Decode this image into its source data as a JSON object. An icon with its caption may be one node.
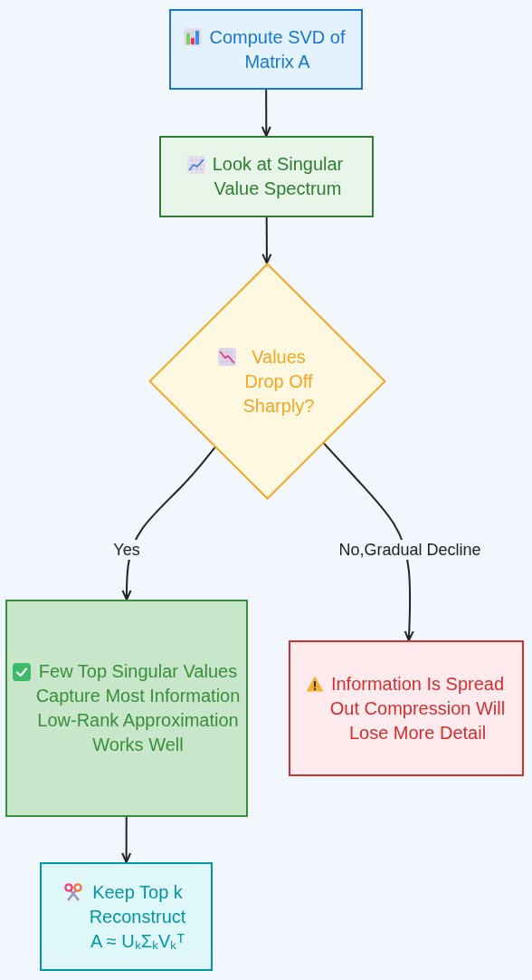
{
  "diagram": {
    "nodes": [
      {
        "text": [
          "Compute SVD of Matrix A"
        ]
      },
      {
        "text": [
          "Look at Singular Value Spectrum"
        ]
      },
      {
        "text": [
          "Values Drop Off Sharply?"
        ]
      },
      {
        "text": [
          "Few Top Singular Values Capture Most Information Low-Rank Approximation Works Well"
        ]
      },
      {
        "text": [
          "Information Is Spread Out Compression Will Lose More Detail"
        ]
      },
      {
        "text": [
          "Keep Top k Reconstruct A ≈ UₖΣₖVₖᵀ"
        ]
      }
    ],
    "edges": [
      {
        "from": 0,
        "to": 1,
        "arrow": "to"
      },
      {
        "from": 1,
        "to": 2,
        "arrow": "to"
      },
      {
        "from": 2,
        "to": 3,
        "arrow": "to",
        "label": "Yes"
      },
      {
        "from": 2,
        "to": 4,
        "arrow": "to",
        "label": "No,Gradual Decline"
      },
      {
        "from": 3,
        "to": 5,
        "arrow": "to"
      }
    ]
  }
}
